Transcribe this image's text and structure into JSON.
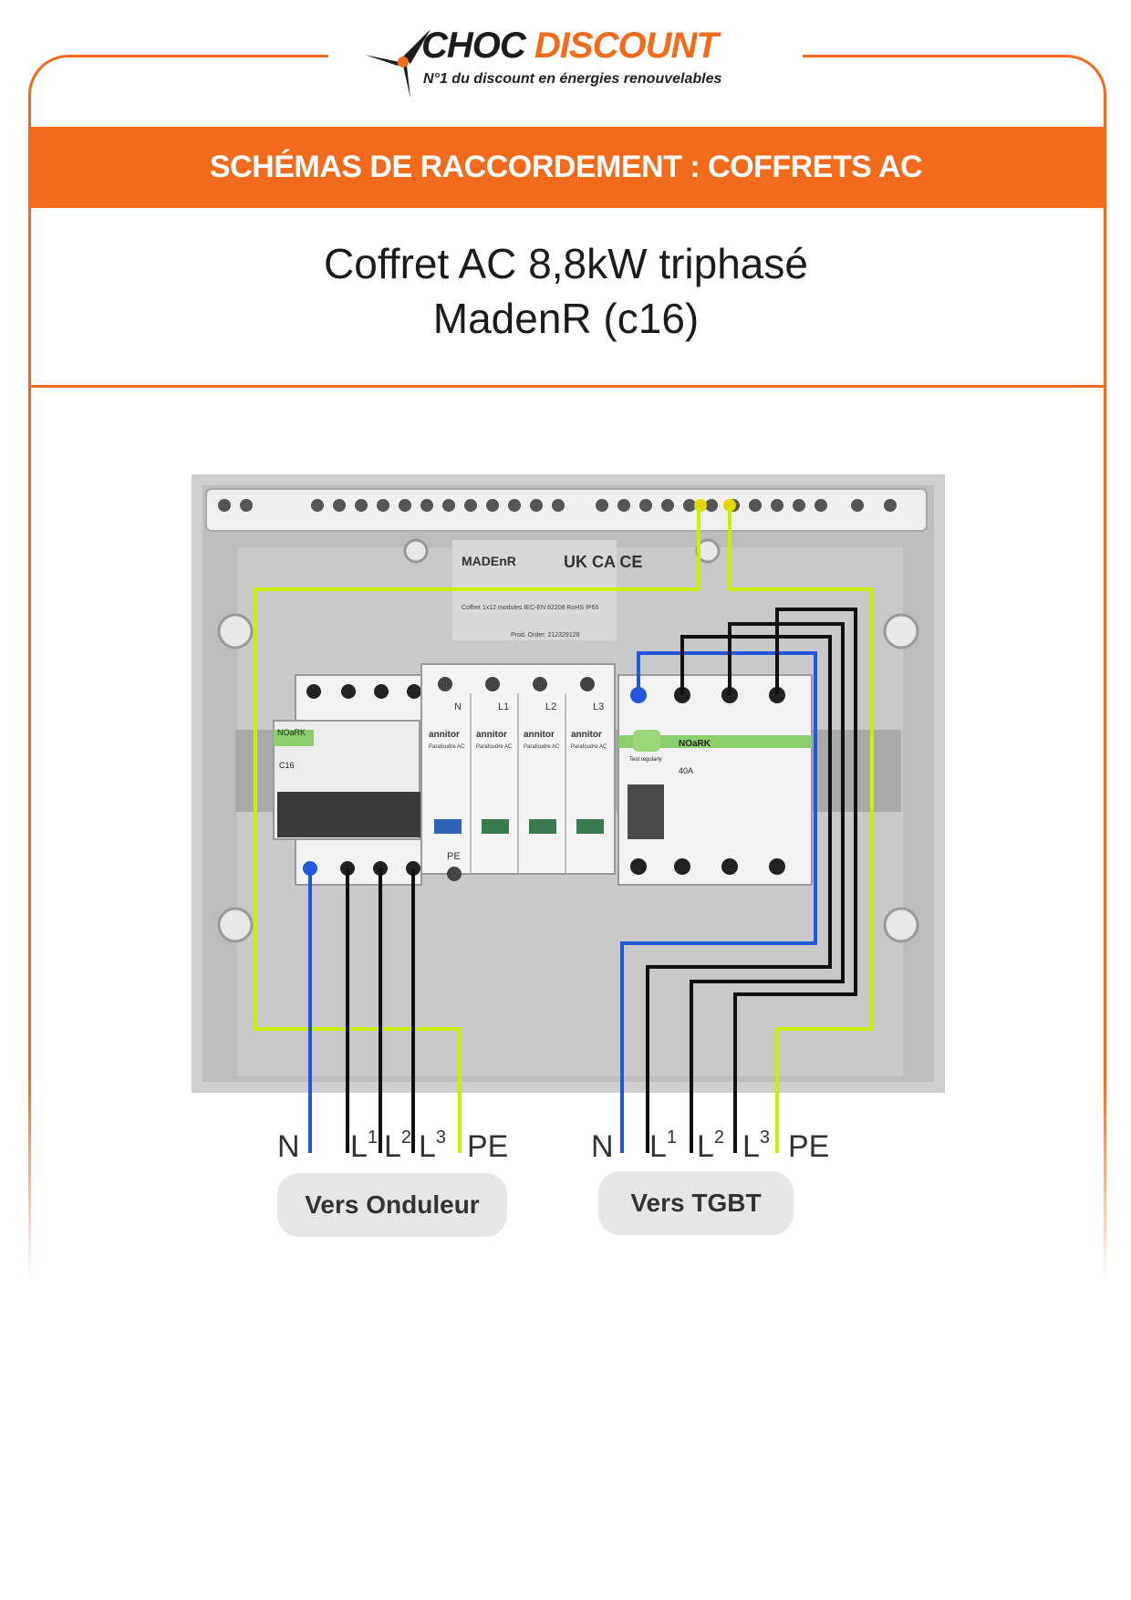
{
  "brand": {
    "name_part1": "CHOC",
    "name_part2": "DISCOUNT",
    "tagline": "N°1 du discount en énergies renouvelables",
    "accent_color": "#f26a1b"
  },
  "banner": {
    "title": "SCHÉMAS DE RACCORDEMENT : COFFRETS AC"
  },
  "product": {
    "title_line1": "Coffret AC 8,8kW triphasé",
    "title_line2": "MadenR (c16)"
  },
  "panel": {
    "maker_logo": "MADEnR",
    "marks": "UK CA CE",
    "enclosure_text": "Coffret 1x12 modules IEC-EN 62208 RoHS IP65",
    "order_text": "Prod. Order: 212329128",
    "breaker_brand": "NOaRK",
    "breaker_rating": "C16",
    "spd_brand": "annitor",
    "spd_label": "Parafoudre AC",
    "spd_terminals": [
      "N",
      "L1",
      "L2",
      "L3"
    ],
    "pe_label": "PE",
    "rcd_brand": "NOaRK",
    "rcd_rating": "40A",
    "rcd_note": "Test regularly"
  },
  "wiring_colors": {
    "neutral": "#2357d9",
    "phase": "#111111",
    "earth": "#c8f000"
  },
  "groups": [
    {
      "labels": [
        "N",
        "L",
        "L",
        "L",
        "PE"
      ],
      "superscripts": [
        "",
        "1",
        "2",
        "3",
        ""
      ],
      "destination": "Vers Onduleur"
    },
    {
      "labels": [
        "N",
        "L",
        "L",
        "L",
        "PE"
      ],
      "superscripts": [
        "",
        "1",
        "2",
        "3",
        ""
      ],
      "destination": "Vers TGBT"
    }
  ]
}
